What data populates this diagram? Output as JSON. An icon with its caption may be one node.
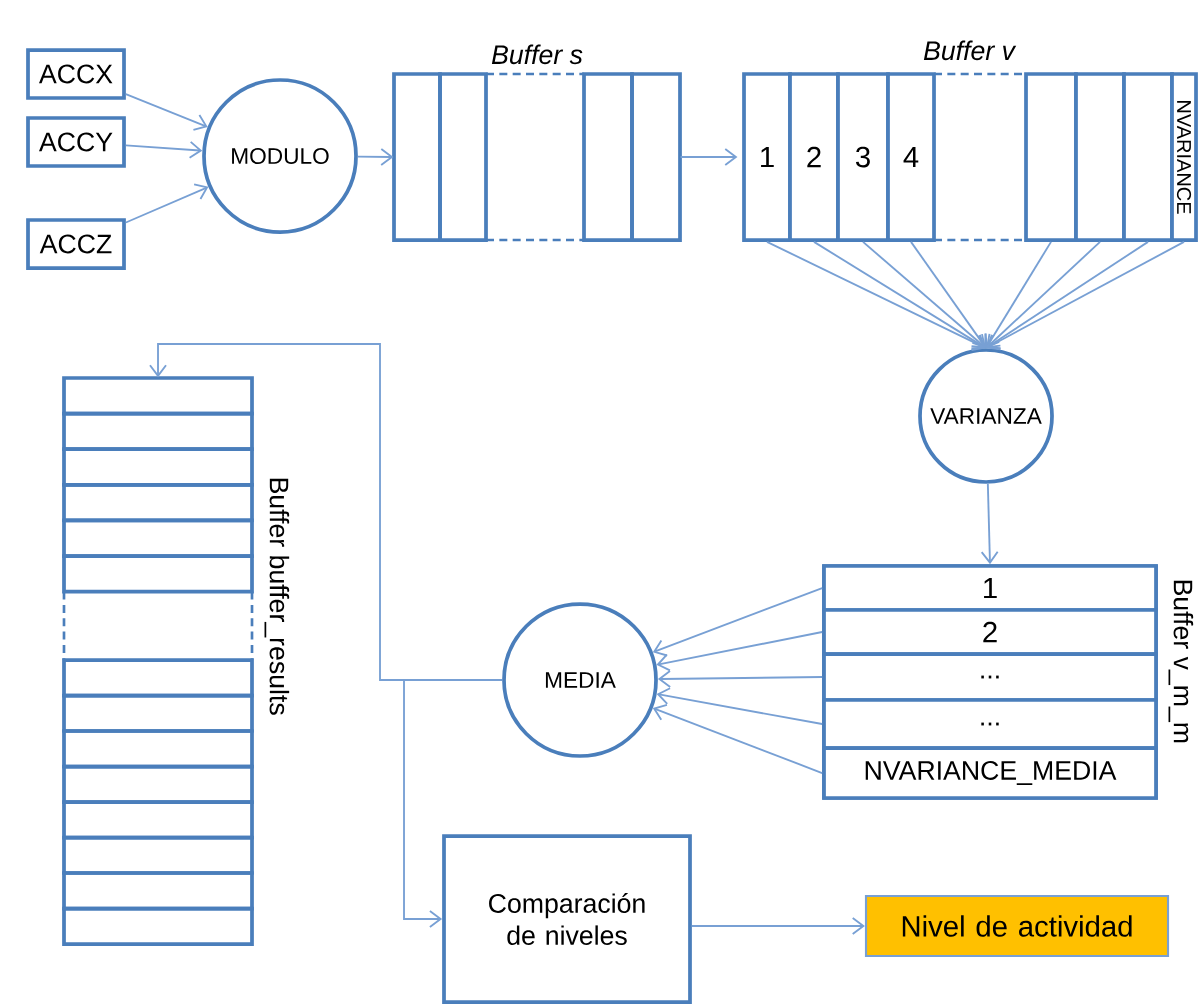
{
  "diagram": {
    "nodes": [
      {
        "text": [
          "ACCX"
        ]
      },
      {
        "text": [
          "ACCY"
        ]
      },
      {
        "text": [
          "ACCZ"
        ]
      },
      {
        "text": [
          "MODULO"
        ]
      },
      {
        "text": [
          "Buffer s"
        ]
      },
      {
        "text": [
          "Buffer v"
        ]
      },
      {
        "text": [
          "1"
        ],
        "in": 5
      },
      {
        "text": [
          "2"
        ],
        "in": 5
      },
      {
        "text": [
          "3"
        ],
        "in": 5
      },
      {
        "text": [
          "4"
        ],
        "in": 5
      },
      {
        "text": [],
        "shape": "box",
        "in": 5
      },
      {
        "text": [],
        "shape": "box",
        "in": 5
      },
      {
        "text": [],
        "shape": "box",
        "in": 5
      },
      {
        "text": [
          "NVARIANCE"
        ],
        "in": 5
      },
      {
        "text": [
          "VARIANZA"
        ]
      },
      {
        "text": [
          "Buffer v_m_m"
        ]
      },
      {
        "text": [
          "1"
        ],
        "in": 15
      },
      {
        "text": [
          "2"
        ],
        "in": 15
      },
      {
        "text": [
          "..."
        ],
        "in": 15
      },
      {
        "text": [
          "..."
        ],
        "in": 15
      },
      {
        "text": [
          "NVARIANCE_MEDIA"
        ],
        "in": 15
      },
      {
        "text": [
          "MEDIA"
        ]
      },
      {
        "text": [
          "Buffer buffer_results"
        ]
      },
      {
        "text": [
          "Comparación de niveles"
        ]
      },
      {
        "text": [
          "Nivel de actividad"
        ]
      }
    ],
    "edges": [
      {
        "from": 0,
        "to": 3,
        "arrow": "to"
      },
      {
        "from": 1,
        "to": 3,
        "arrow": "to"
      },
      {
        "from": 2,
        "to": 3,
        "arrow": "to"
      },
      {
        "from": 3,
        "to": 4,
        "arrow": "to"
      },
      {
        "from": 4,
        "to": 5,
        "arrow": "to"
      },
      {
        "from": 6,
        "to": 14,
        "arrow": "to"
      },
      {
        "from": 7,
        "to": 14,
        "arrow": "to"
      },
      {
        "from": 8,
        "to": 14,
        "arrow": "to"
      },
      {
        "from": 9,
        "to": 14,
        "arrow": "to"
      },
      {
        "from": 10,
        "to": 14,
        "arrow": "to"
      },
      {
        "from": 11,
        "to": 14,
        "arrow": "to"
      },
      {
        "from": 12,
        "to": 14,
        "arrow": "to"
      },
      {
        "from": 13,
        "to": 14,
        "arrow": "to"
      },
      {
        "from": 14,
        "to": 15,
        "arrow": "to"
      },
      {
        "from": 16,
        "to": 21,
        "arrow": "to"
      },
      {
        "from": 17,
        "to": 21,
        "arrow": "to"
      },
      {
        "from": 18,
        "to": 21,
        "arrow": "to"
      },
      {
        "from": 19,
        "to": 21,
        "arrow": "to"
      },
      {
        "from": 20,
        "to": 21,
        "arrow": "to"
      },
      {
        "from": 21,
        "to": 22,
        "arrow": "to"
      },
      {
        "from": 21,
        "to": 23,
        "arrow": "to"
      },
      {
        "from": 23,
        "to": 24,
        "arrow": "to"
      }
    ]
  }
}
